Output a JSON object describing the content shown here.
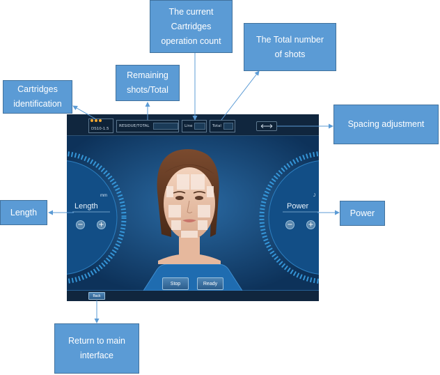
{
  "callouts": {
    "current_count": "The current\nCartridges\noperation count",
    "total_shots": "The Total number\nof shots",
    "remaining": "Remaining\nshots/Total",
    "cartridge_id": "Cartridges\nidentification",
    "spacing": "Spacing adjustment",
    "length": "Length",
    "power": "Power",
    "return_main": "Return to main\ninterface"
  },
  "screen": {
    "cartridge_code": "DS10-1.5",
    "residue_label": "RESIDUE/TOTAL",
    "line_label": "Line",
    "total_label": "Total",
    "length_label": "Length",
    "length_unit": "mm",
    "power_label": "Power",
    "power_unit": "J",
    "minus": "−",
    "plus": "+",
    "stop_button": "Stop",
    "ready_button": "Ready",
    "back_button": "Back"
  },
  "colors": {
    "callout_fill": "#5b9bd5",
    "screen_bg": "#103c6a",
    "status_dot": "#f0a630",
    "arrow": "#5b9bd5"
  }
}
